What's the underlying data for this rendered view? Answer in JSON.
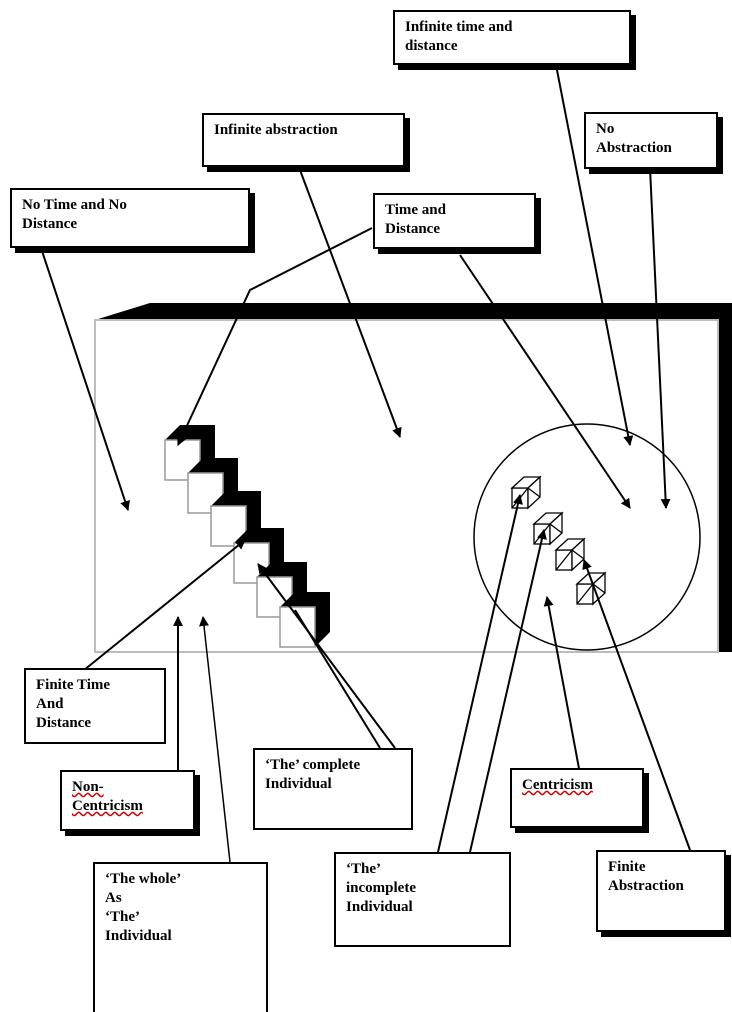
{
  "labels": {
    "no_time_no_distance": "No Time and  No\nDistance",
    "infinite_abstraction": "Infinite abstraction",
    "infinite_time_distance": "Infinite time and\ndistance",
    "time_and_distance": "Time and\nDistance",
    "no_abstraction": "No\nAbstraction",
    "finite_time_distance": "Finite Time\nAnd\nDistance",
    "non_centricism": "Non-\nCentricism",
    "complete_individual": "‘The’ complete\nIndividual",
    "centricism": "Centricism",
    "incomplete_individual": "‘The’\nincomplete\nIndividual",
    "finite_abstraction": "Finite\nAbstraction",
    "whole_as_individual": "‘The whole’\nAs\n‘The’\nIndividual"
  }
}
